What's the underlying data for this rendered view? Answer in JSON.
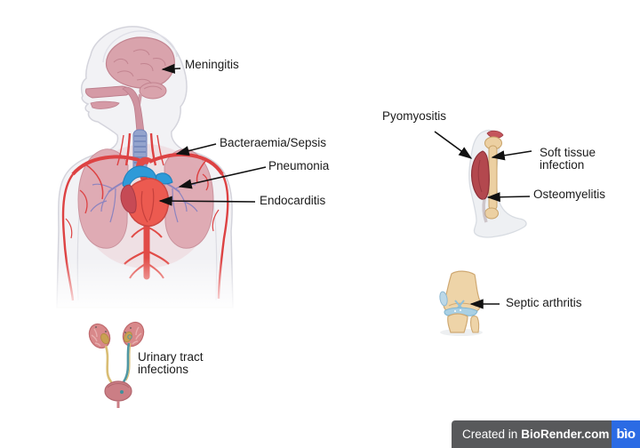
{
  "figure_labels": {
    "meningitis": "Meningitis",
    "bacteraemia_sepsis": "Bacteraemia/Sepsis",
    "pneumonia": "Pneumonia",
    "endocarditis": "Endocarditis",
    "pyomyositis": "Pyomyositis",
    "soft_tissue": {
      "line1": "Soft tissue",
      "line2": "infection"
    },
    "osteomyelitis": "Osteomyelitis",
    "septic_arthritis": "Septic arthritis",
    "urinary_tract": {
      "line1": "Urinary tract",
      "line2": "infections"
    }
  },
  "badge": {
    "created_in": "Created in",
    "brand": "BioRender.com",
    "logo_text": "bìo",
    "badge_bg": "#58595b",
    "logo_bg": "#2b6be4",
    "text_color": "#ffffff"
  },
  "palette": {
    "label_text": "#1b1b1b",
    "arrow": "#111111",
    "body_fill": "#f2f2f5",
    "body_outline": "#d4d4dc",
    "brain_pink": "#d9a3ac",
    "artery_red": "#dd4243",
    "heart_red": "#ec5a50",
    "vein_blue": "#2e9ad8",
    "lung_pink": "#dfa9b2",
    "bronchi_purple": "#8d84bf",
    "bone_tan": "#ecd0a2",
    "muscle_red": "#b3484e",
    "cartilage_blue": "#a9d0e4",
    "kidney_pink": "#d8888a",
    "ureter_yellow": "#d9bd74",
    "ureter_teal": "#4f97a3"
  }
}
